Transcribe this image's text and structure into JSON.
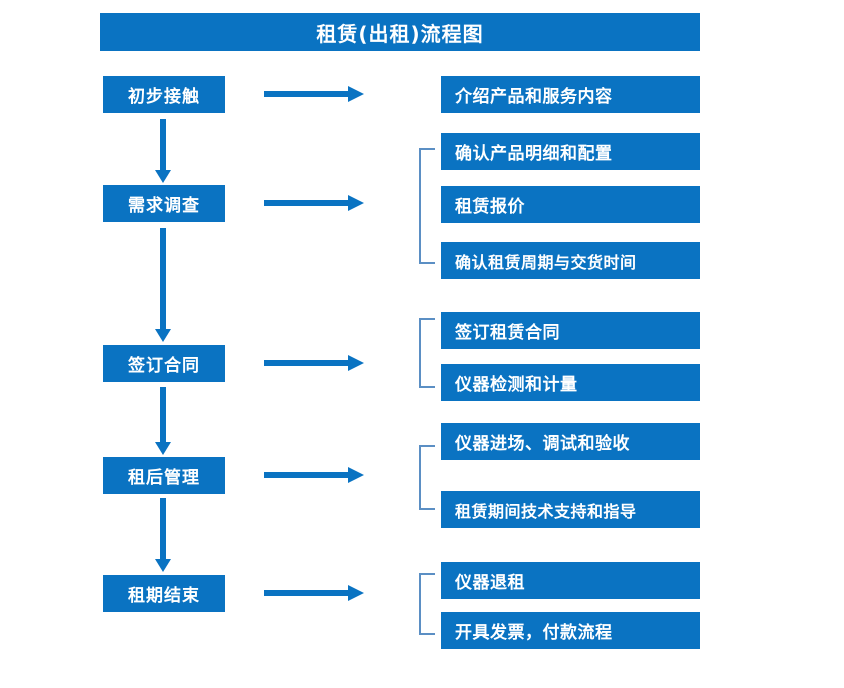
{
  "title": "租赁(出租)流程图",
  "theme": {
    "box_fill": "#0a73c2",
    "box_text": "#ffffff",
    "bracket_line": "#5b8fc4",
    "background": "#ffffff"
  },
  "stages": [
    {
      "label": "初步接触"
    },
    {
      "label": "需求调查"
    },
    {
      "label": "签订合同"
    },
    {
      "label": "租后管理"
    },
    {
      "label": "租期结束"
    }
  ],
  "details": {
    "group1": [
      {
        "label": "介绍产品和服务内容"
      }
    ],
    "group2": [
      {
        "label": "确认产品明细和配置"
      },
      {
        "label": "租赁报价"
      },
      {
        "label": "确认租赁周期与交货时间"
      }
    ],
    "group3": [
      {
        "label": "签订租赁合同"
      },
      {
        "label": "仪器检测和计量"
      }
    ],
    "group4": [
      {
        "label": "仪器进场、调试和验收"
      },
      {
        "label": "租赁期间技术支持和指导"
      }
    ],
    "group5": [
      {
        "label": "仪器退租"
      },
      {
        "label": "开具发票，付款流程"
      }
    ]
  }
}
